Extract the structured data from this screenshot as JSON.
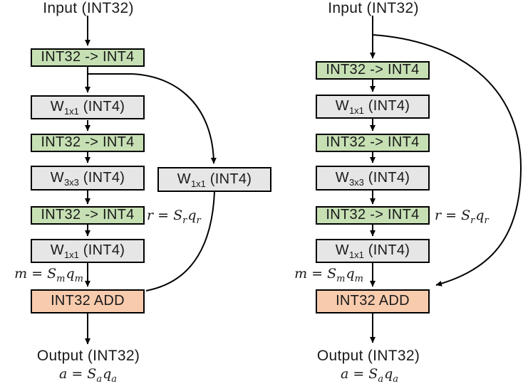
{
  "colors": {
    "quantize-fill": "#c6e0b4",
    "conv-fill": "#e7e6e6",
    "add-fill": "#f8cbad",
    "line": "#000000",
    "text": "#1a1a1a",
    "background": "#ffffff"
  },
  "diagrams": [
    {
      "name": "quantized-bottleneck-with-downsample-branch",
      "input_label": "Input (INT32)",
      "nodes": [
        {
          "kind": "quantize",
          "label": [
            [
              "t",
              "INT32 -> INT4"
            ]
          ]
        },
        {
          "kind": "conv",
          "label": [
            [
              "t",
              "W"
            ],
            [
              "s",
              "1x1"
            ],
            [
              "t",
              " (INT4)"
            ]
          ]
        },
        {
          "kind": "quantize",
          "label": [
            [
              "t",
              "INT32 -> INT4"
            ]
          ]
        },
        {
          "kind": "conv",
          "label": [
            [
              "t",
              "W"
            ],
            [
              "s",
              "3x3"
            ],
            [
              "t",
              " (INT4)"
            ]
          ]
        },
        {
          "kind": "quantize",
          "label": [
            [
              "t",
              "INT32 -> INT4"
            ]
          ]
        },
        {
          "kind": "conv",
          "label": [
            [
              "t",
              "W"
            ],
            [
              "s",
              "1x1"
            ],
            [
              "t",
              " (INT4)"
            ]
          ]
        },
        {
          "kind": "add",
          "label": [
            [
              "t",
              "INT32 ADD"
            ]
          ]
        }
      ],
      "downsample": {
        "label": [
          [
            "t",
            "W"
          ],
          [
            "s",
            "1x1"
          ],
          [
            "t",
            " (INT4)"
          ]
        ]
      },
      "equations": {
        "r": [
          [
            "t",
            "r = S"
          ],
          [
            "s",
            "r"
          ],
          [
            "t",
            "q"
          ],
          [
            "s",
            "r"
          ]
        ],
        "m": [
          [
            "t",
            "m = S"
          ],
          [
            "s",
            "m"
          ],
          [
            "t",
            "q"
          ],
          [
            "s",
            "m"
          ]
        ],
        "a": [
          [
            "t",
            "a = S"
          ],
          [
            "s",
            "a"
          ],
          [
            "t",
            "q"
          ],
          [
            "s",
            "a"
          ]
        ]
      },
      "output_label": "Output (INT32)"
    },
    {
      "name": "quantized-bottleneck-identity-skip",
      "input_label": "Input (INT32)",
      "nodes": [
        {
          "kind": "quantize",
          "label": [
            [
              "t",
              "INT32 -> INT4"
            ]
          ]
        },
        {
          "kind": "conv",
          "label": [
            [
              "t",
              "W"
            ],
            [
              "s",
              "1x1"
            ],
            [
              "t",
              " (INT4)"
            ]
          ]
        },
        {
          "kind": "quantize",
          "label": [
            [
              "t",
              "INT32 -> INT4"
            ]
          ]
        },
        {
          "kind": "conv",
          "label": [
            [
              "t",
              "W"
            ],
            [
              "s",
              "3x3"
            ],
            [
              "t",
              " (INT4)"
            ]
          ]
        },
        {
          "kind": "quantize",
          "label": [
            [
              "t",
              "INT32 -> INT4"
            ]
          ]
        },
        {
          "kind": "conv",
          "label": [
            [
              "t",
              "W"
            ],
            [
              "s",
              "1x1"
            ],
            [
              "t",
              " (INT4)"
            ]
          ]
        },
        {
          "kind": "add",
          "label": [
            [
              "t",
              "INT32 ADD"
            ]
          ]
        }
      ],
      "equations": {
        "r": [
          [
            "t",
            "r = S"
          ],
          [
            "s",
            "r"
          ],
          [
            "t",
            "q"
          ],
          [
            "s",
            "r"
          ]
        ],
        "m": [
          [
            "t",
            "m = S"
          ],
          [
            "s",
            "m"
          ],
          [
            "t",
            "q"
          ],
          [
            "s",
            "m"
          ]
        ],
        "a": [
          [
            "t",
            "a = S"
          ],
          [
            "s",
            "a"
          ],
          [
            "t",
            "q"
          ],
          [
            "s",
            "a"
          ]
        ]
      },
      "output_label": "Output (INT32)"
    }
  ]
}
